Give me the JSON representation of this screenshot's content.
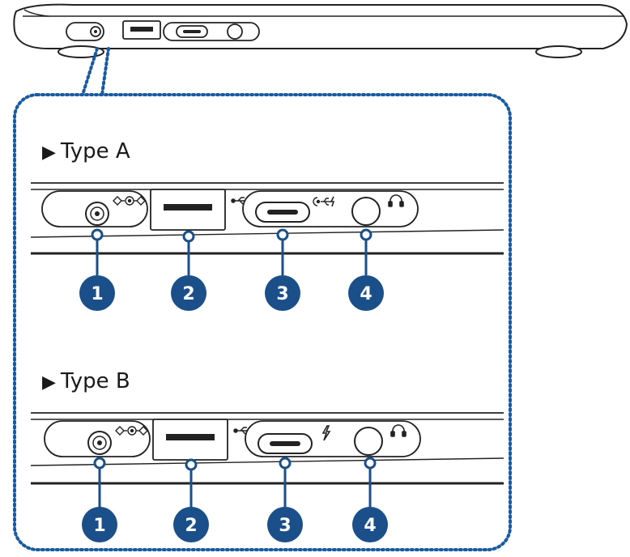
{
  "colors": {
    "accent": "#1a4f8a",
    "dotted_border": "#1a5aa0",
    "outline": "#222222",
    "background": "#ffffff"
  },
  "icons": {
    "dc_in": "dc-power-icon",
    "usb": "usb-icon",
    "usb_c_power": "usb-c-power-icon",
    "thunderbolt": "thunderbolt-icon",
    "headset": "headset-icon"
  },
  "sections": [
    {
      "title": "Type A",
      "ports": [
        "dc-in",
        "usb-a",
        "usb-c",
        "headset"
      ],
      "usb_c_icon": "usb-c-power-icon",
      "callouts": [
        "1",
        "2",
        "3",
        "4"
      ]
    },
    {
      "title": "Type B",
      "ports": [
        "dc-in",
        "usb-a",
        "usb-c",
        "headset"
      ],
      "usb_c_icon": "thunderbolt-icon",
      "callouts": [
        "1",
        "2",
        "3",
        "4"
      ]
    }
  ]
}
